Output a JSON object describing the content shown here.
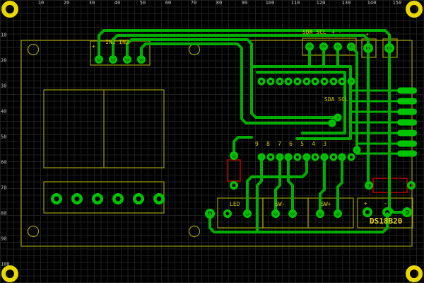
{
  "colors": {
    "bg": "#000000",
    "grid": "#1f1f1f",
    "trace": "#00ae00",
    "pad": "#00c400",
    "silk": "#9c9c00",
    "silk_text": "#d6ca00",
    "corner": "#e8d800",
    "red": "#bb0000",
    "ruler_text": "#bdbdbd"
  },
  "rulers": {
    "top": [
      "10",
      "20",
      "30",
      "40",
      "50",
      "60",
      "70",
      "80",
      "90",
      "100",
      "110",
      "120",
      "130",
      "140",
      "150"
    ],
    "left": [
      "10",
      "20",
      "30",
      "40",
      "50",
      "60",
      "70",
      "80",
      "90",
      "100"
    ]
  },
  "silkscreen": {
    "in_plus": "+",
    "in1_in2": "IN1 IN2",
    "i2c_header": "SDA SCL",
    "i2c_plusminus": "+ -",
    "right_plus": "+",
    "right_minus": "-",
    "ic_sda_scl": "SDA SCL",
    "pin_numbers": "9 8 7 6 5 4 3",
    "led": "LED",
    "sw_minus": "SW-",
    "sw_plus": "SW+",
    "bottom_plus": "+",
    "bottom_minus": "-",
    "ds18b20": "DS18B20"
  }
}
